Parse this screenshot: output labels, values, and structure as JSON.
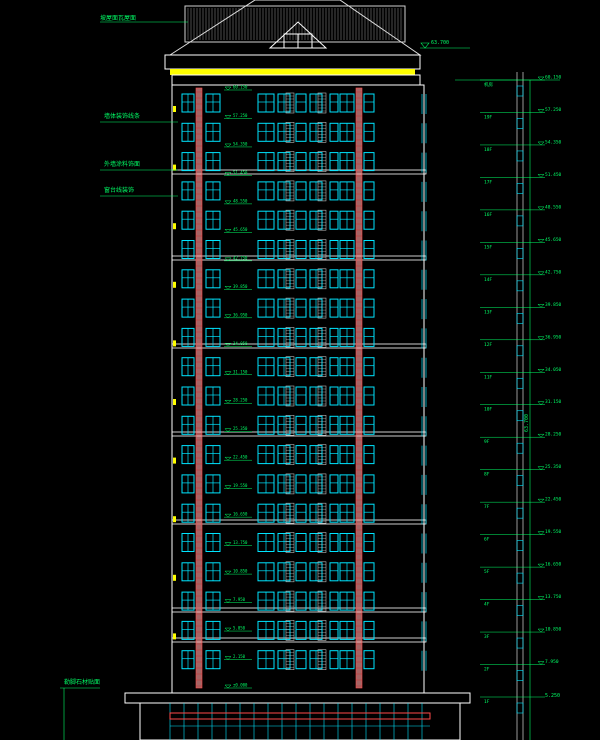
{
  "colors": {
    "background": "#000000",
    "outline": "#ffffff",
    "window": "#00e5ff",
    "accent_red": "#ff4a4a",
    "roof_band": "#ffff00",
    "dim_green": "#00ff66",
    "grey": "#bdbdbd"
  },
  "callouts": {
    "left": [
      "坡屋面瓦屋面",
      "墙体装饰线条",
      "外墙涂料饰面",
      "窗台线装饰",
      "勒脚石材贴面"
    ],
    "top_right": "63.700"
  },
  "elevations": {
    "left": [
      "60.150",
      "57.250",
      "54.350",
      "51.450",
      "48.550",
      "45.650",
      "42.750",
      "39.850",
      "36.950",
      "34.050",
      "31.150",
      "28.250",
      "25.350",
      "22.450",
      "19.550",
      "16.650",
      "13.750",
      "10.850",
      "7.950",
      "5.050",
      "2.150",
      "±0.000"
    ],
    "right": [
      "60.150",
      "57.250",
      "54.350",
      "51.450",
      "48.550",
      "45.650",
      "42.750",
      "39.850",
      "36.950",
      "34.050",
      "31.150",
      "28.250",
      "25.350",
      "22.450",
      "19.550",
      "16.650",
      "13.750",
      "10.850",
      "7.950"
    ],
    "bottom_right": "5.250"
  },
  "floors": {
    "labels": [
      "机房",
      "19F",
      "18F",
      "17F",
      "16F",
      "15F",
      "14F",
      "13F",
      "12F",
      "11F",
      "10F",
      "9F",
      "8F",
      "7F",
      "6F",
      "5F",
      "4F",
      "3F",
      "2F",
      "1F"
    ]
  },
  "dimension": {
    "total_height": "63.700"
  }
}
